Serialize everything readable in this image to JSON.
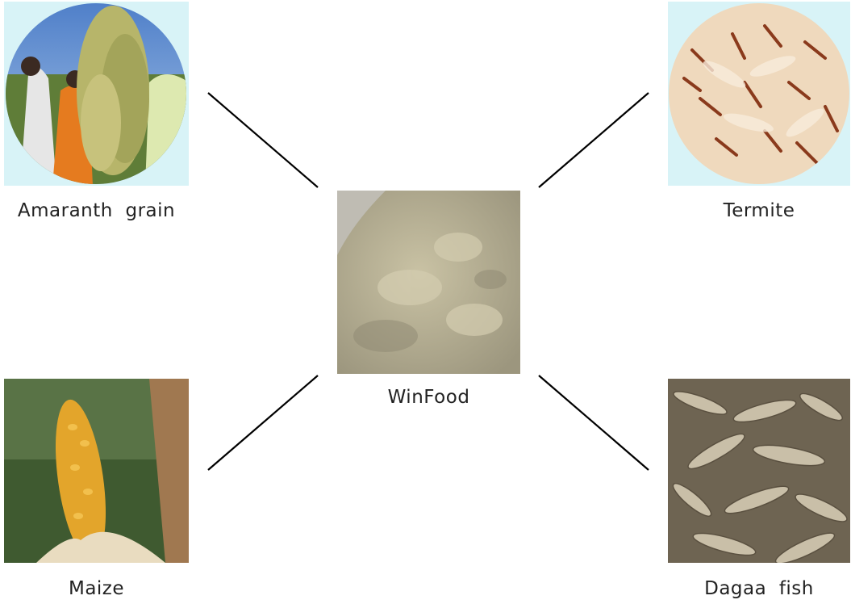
{
  "center": {
    "label": "WinFood",
    "image": "flour-powder-photo"
  },
  "ingredients": [
    {
      "label": "Amaranth  grain",
      "image": "amaranth-plant-photo"
    },
    {
      "label": "Termite",
      "image": "termites-photo"
    },
    {
      "label": "Maize",
      "image": "maize-cob-photo"
    },
    {
      "label": "Dagaa  fish",
      "image": "dried-fish-photo"
    }
  ],
  "colors": {
    "line": "#000000",
    "label": "#222222",
    "photo_bg": "#d8f3f7"
  }
}
